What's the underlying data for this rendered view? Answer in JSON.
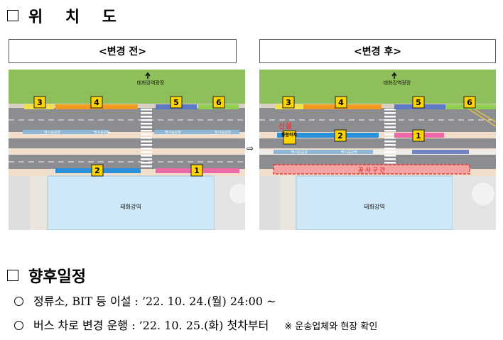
{
  "section1": {
    "title": "위 치 도"
  },
  "before": {
    "caption": "<변경 전>",
    "plaza": "태화강역광장",
    "station": "태화강역",
    "taxi": "택시승강장",
    "stops": [
      "3",
      "4",
      "5",
      "6",
      "2",
      "1"
    ]
  },
  "after": {
    "caption": "<변경 후>",
    "plaza": "태화강역광장",
    "station": "태화강역",
    "taxi": "택시승강장",
    "new_label": "신설",
    "transfer": "통합하차",
    "construction": "공 사 구 간",
    "stops": [
      "3",
      "4",
      "5",
      "6",
      "2",
      "1"
    ]
  },
  "section2": {
    "title": "향후일정",
    "item1": "정류소, BIT 등 이설 : ’22. 10. 24.(월) 24:00 ~",
    "item2": "버스 차로 변경 운행 : ’22. 10. 25.(화) 첫차부터",
    "note": "※ 운송업체와 현장 확인"
  },
  "colors": {
    "grass": "#8fbf5a",
    "road": "#8b8d91",
    "sidewalk": "#f1dfcc",
    "station": "#cfe8f7",
    "stop_yellow": "#f2e14b",
    "stop_orange": "#f29a1f",
    "stop_blue": "#5d79c4",
    "stop_green": "#8fd14f",
    "stop_cyan": "#2a90d8",
    "stop_pink": "#ec6aa8",
    "construction": "#e23b3b"
  }
}
